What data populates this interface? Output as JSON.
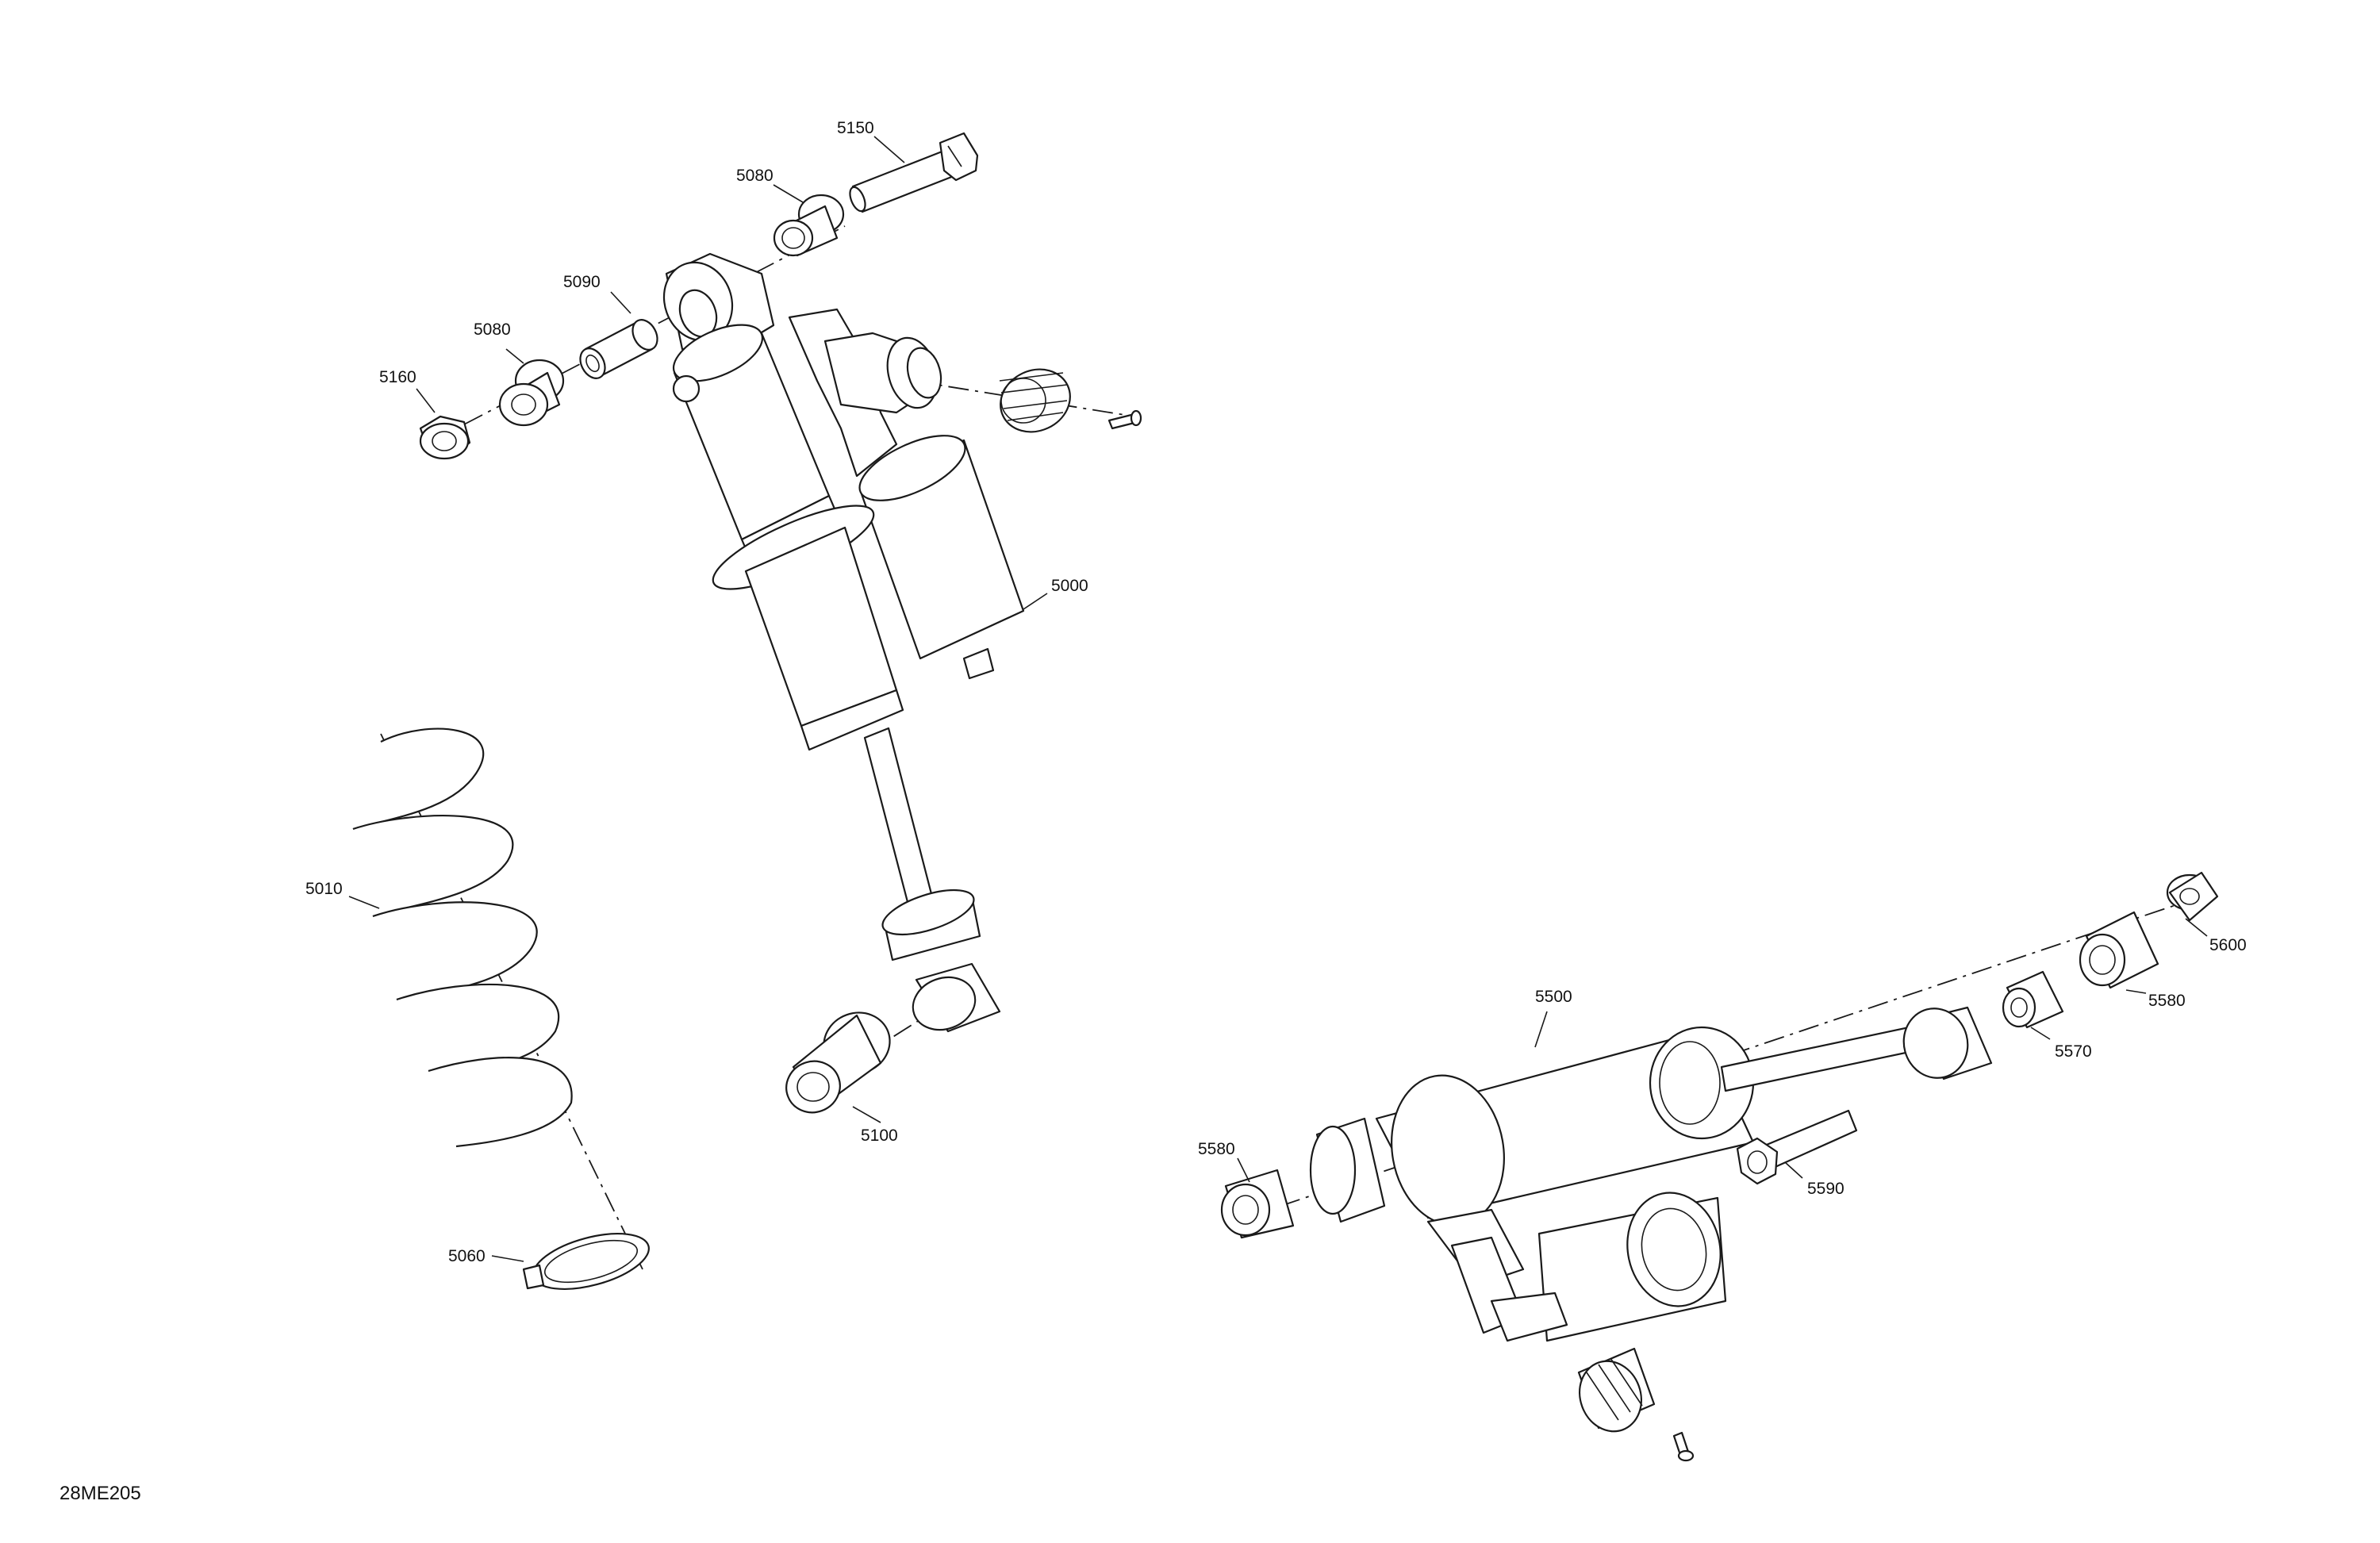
{
  "diagram_code": "28ME205",
  "callouts": {
    "c5150": "5150",
    "c5080_top": "5080",
    "c5090": "5090",
    "c5080_left": "5080",
    "c5160": "5160",
    "c5000": "5000",
    "c5010": "5010",
    "c5100": "5100",
    "c5060": "5060",
    "c5500": "5500",
    "c5600": "5600",
    "c5580_right": "5580",
    "c5570": "5570",
    "c5590": "5590",
    "c5580_left": "5580"
  }
}
